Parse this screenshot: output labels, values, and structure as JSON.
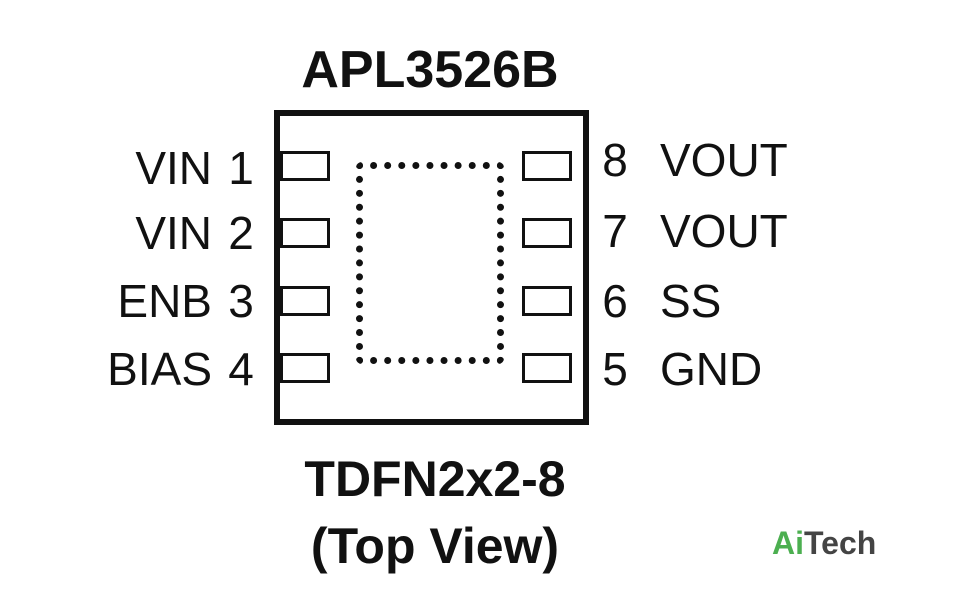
{
  "chip": {
    "part_number": "APL3526B"
  },
  "package": {
    "name": "TDFN2x2-8",
    "view": "(Top View)"
  },
  "pins_left": [
    {
      "number": "1",
      "name": "VIN"
    },
    {
      "number": "2",
      "name": "VIN"
    },
    {
      "number": "3",
      "name": "ENB"
    },
    {
      "number": "4",
      "name": "BIAS"
    }
  ],
  "pins_right": [
    {
      "number": "8",
      "name": "VOUT"
    },
    {
      "number": "7",
      "name": "VOUT"
    },
    {
      "number": "6",
      "name": "SS"
    },
    {
      "number": "5",
      "name": "GND"
    }
  ],
  "watermark": {
    "accent": "Ai",
    "rest": "Tech",
    "accent_color": "#4caf50"
  }
}
